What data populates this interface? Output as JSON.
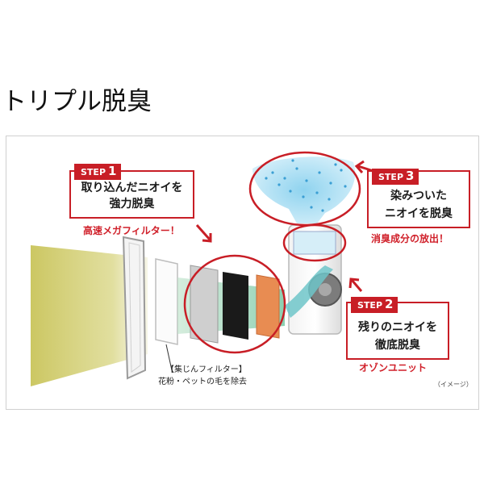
{
  "page": {
    "title": "トリプル脱臭"
  },
  "figure": {
    "note": "（イメージ）",
    "steps": [
      {
        "tag": "STEP",
        "number": "1",
        "text_line1": "取り込んだニオイを",
        "text_line2": "強力脱臭",
        "caption": "高速メガフィルター！"
      },
      {
        "tag": "STEP",
        "number": "2",
        "text_line1": "残りのニオイを",
        "text_line2": "徹底脱臭",
        "caption": "オゾンユニット"
      },
      {
        "tag": "STEP",
        "number": "3",
        "text_line1": "染みついた",
        "text_line2": "ニオイを脱臭",
        "caption": "消臭成分の放出！"
      }
    ],
    "dust_filter": {
      "label": "【集じんフィルター】",
      "description": "花粉・ペットの毛を除去"
    },
    "colors": {
      "accent_red": "#c81e26",
      "airflow_yellow": "#c9c45a",
      "airflow_green": "#8fd0b0",
      "mist_blue": "#a9dcf0"
    }
  }
}
